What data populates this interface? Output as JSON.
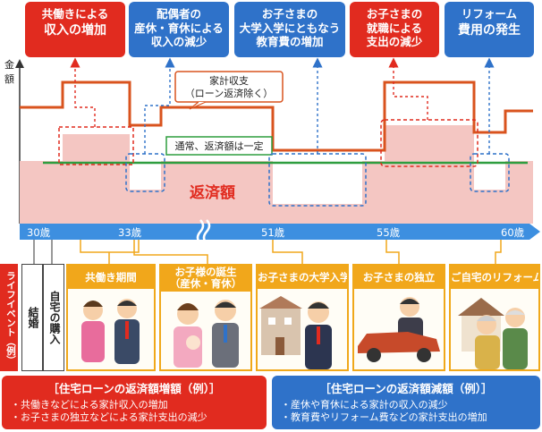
{
  "top_events": [
    {
      "id": "dual-income",
      "lines": [
        "共働きによる",
        "収入の増加"
      ],
      "color": "#e12b1f"
    },
    {
      "id": "spouse-leave",
      "lines": [
        "配偶者の",
        "産休・育休による",
        "収入の減少"
      ],
      "color": "#2f72c9"
    },
    {
      "id": "education",
      "lines": [
        "お子さまの",
        "大学入学にともなう",
        "教育費の増加"
      ],
      "color": "#2f72c9"
    },
    {
      "id": "child-job",
      "lines": [
        "お子さまの",
        "就職による",
        "支出の減少"
      ],
      "color": "#e12b1f"
    },
    {
      "id": "reform",
      "lines": [
        "リフォーム",
        "費用の発生"
      ],
      "color": "#2f72c9"
    }
  ],
  "chart": {
    "y_axis_label": "金額",
    "callout_line1": "家計収支",
    "callout_line2": "（ローン返済除く）",
    "constant_label": "通常、返済額は一定",
    "repayment_label": "返済額"
  },
  "timeline": {
    "ages": [
      "30歳",
      "33歳",
      "51歳",
      "55歳",
      "60歳"
    ],
    "break_mark": "≈"
  },
  "life_event_label": "ライフイベント（例）",
  "vertical_events": [
    "結婚",
    "自宅の購入"
  ],
  "panels": [
    {
      "id": "dual",
      "title": "共働き期間"
    },
    {
      "id": "birth",
      "title_line1": "お子様の誕生",
      "title_line2": "（産休・育休）"
    },
    {
      "id": "university",
      "title": "お子さまの大学入学"
    },
    {
      "id": "independence",
      "title": "お子さまの独立"
    },
    {
      "id": "home-reform",
      "title": "ご自宅のリフォーム"
    }
  ],
  "bottom": {
    "increase": {
      "title": "［住宅ローンの返済額増額（例）］",
      "items": [
        "・共働きなどによる家計収入の増加",
        "・お子さまの独立などによる家計支出の減少"
      ]
    },
    "decrease": {
      "title": "［住宅ローンの返済額減額（例）］",
      "items": [
        "・産休や育休による家計の収入の減少",
        "・教育費やリフォーム費などの家計支出の増加"
      ]
    }
  },
  "colors": {
    "red": "#e12b1f",
    "blue": "#2f72c9",
    "orange_line": "#d9531e",
    "green_line": "#2e9e3f",
    "pink_fill": "#f4c6c2",
    "timeline_blue": "#3d8fe0",
    "panel_orange": "#f1a71b"
  }
}
